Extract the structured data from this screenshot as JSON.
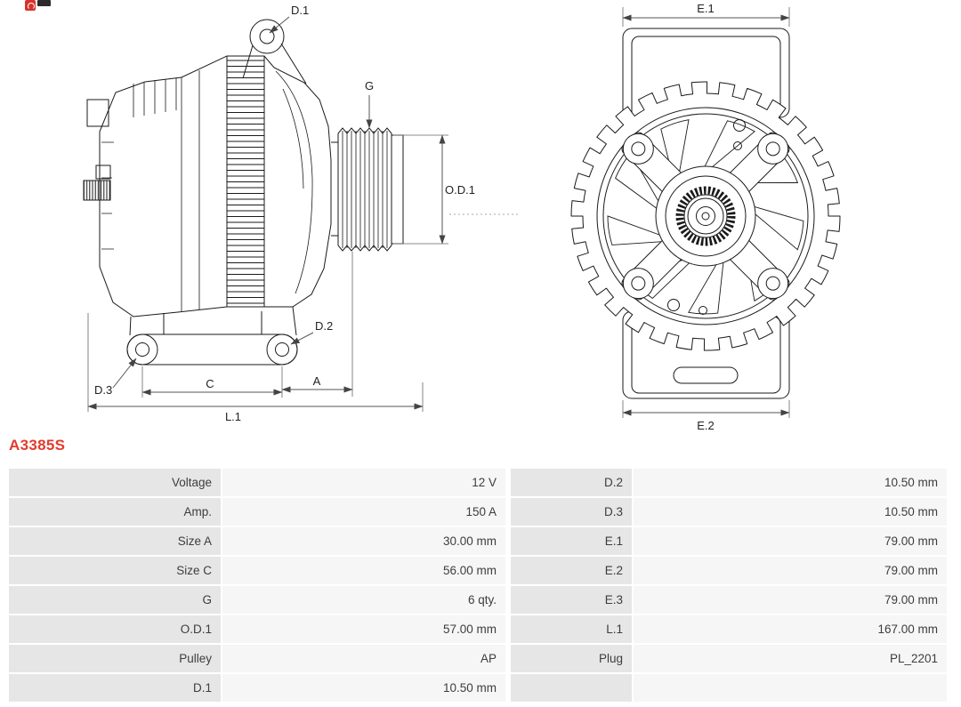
{
  "part_number": "A3385S",
  "brand_color": "#d6332c",
  "diagram": {
    "side": {
      "d1": "D.1",
      "g": "G",
      "od1": "O.D.1",
      "d2": "D.2",
      "d3": "D.3",
      "c": "C",
      "a": "A",
      "l1": "L.1"
    },
    "rear": {
      "e1": "E.1",
      "e2": "E.2"
    }
  },
  "table": {
    "rows": [
      {
        "l1": "Voltage",
        "v1": "12 V",
        "l2": "D.2",
        "v2": "10.50 mm"
      },
      {
        "l1": "Amp.",
        "v1": "150 A",
        "l2": "D.3",
        "v2": "10.50 mm"
      },
      {
        "l1": "Size A",
        "v1": "30.00 mm",
        "l2": "E.1",
        "v2": "79.00 mm"
      },
      {
        "l1": "Size C",
        "v1": "56.00 mm",
        "l2": "E.2",
        "v2": "79.00 mm"
      },
      {
        "l1": "G",
        "v1": "6 qty.",
        "l2": "E.3",
        "v2": "79.00 mm"
      },
      {
        "l1": "O.D.1",
        "v1": "57.00 mm",
        "l2": "L.1",
        "v2": "167.00 mm"
      },
      {
        "l1": "Pulley",
        "v1": "AP",
        "l2": "Plug",
        "v2": "PL_2201"
      },
      {
        "l1": "D.1",
        "v1": "10.50 mm",
        "l2": "",
        "v2": ""
      }
    ]
  }
}
